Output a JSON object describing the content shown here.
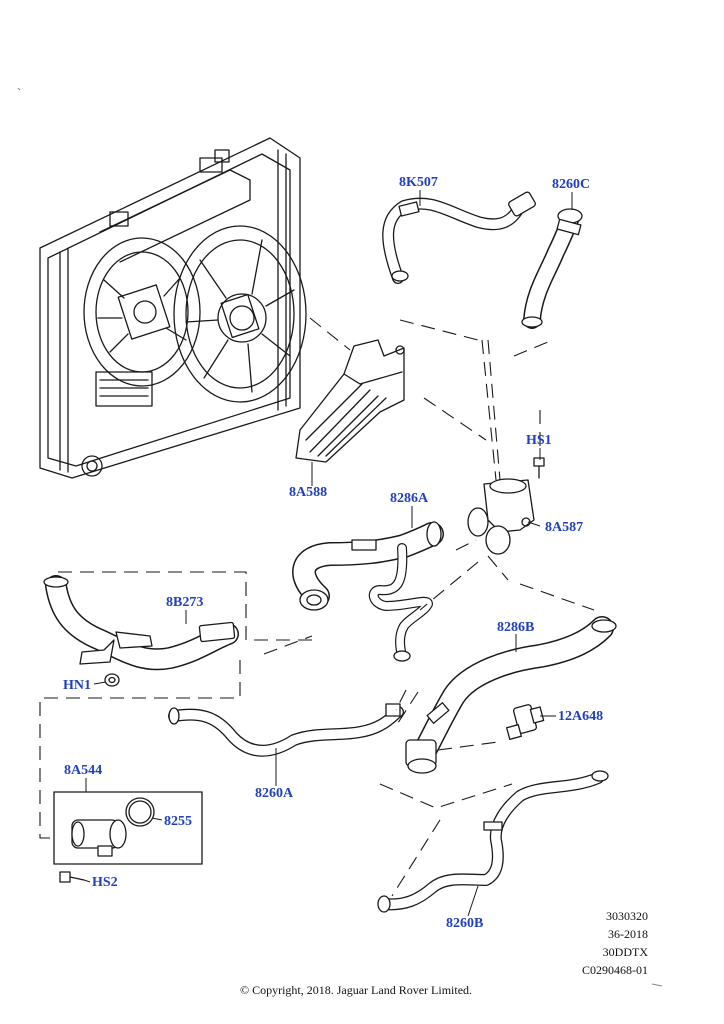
{
  "callouts": {
    "c_8K507": "8K507",
    "c_8260C": "8260C",
    "c_HS1": "HS1",
    "c_8A588": "8A588",
    "c_8286A": "8286A",
    "c_8A587": "8A587",
    "c_8B273": "8B273",
    "c_8286B": "8286B",
    "c_HN1": "HN1",
    "c_12A648": "12A648",
    "c_8A544": "8A544",
    "c_8260A": "8260A",
    "c_8255": "8255",
    "c_HS2": "HS2",
    "c_8260B": "8260B"
  },
  "reference": {
    "line1": "3030320",
    "line2": "36-2018",
    "line3": "30DDTX",
    "line4": "C0290468-01"
  },
  "copyright": "© Copyright, 2018. Jaguar Land Rover Limited.",
  "colors": {
    "callout": "#1f3fbf",
    "line": "#1a1a1a",
    "part_fill": "#ffffff"
  }
}
